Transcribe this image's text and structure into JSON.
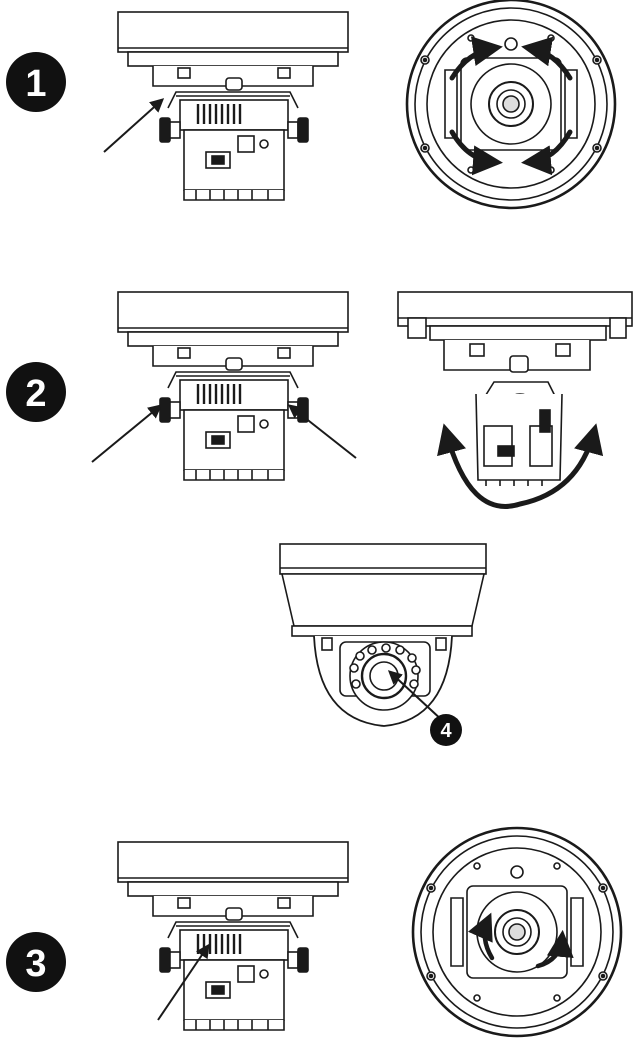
{
  "steps": [
    {
      "number": "1"
    },
    {
      "number": "2"
    },
    {
      "number": "3"
    }
  ],
  "callout": {
    "number": "4"
  },
  "colors": {
    "line": "#1a1a1a",
    "fill": "#ffffff",
    "badge": "#111111"
  }
}
